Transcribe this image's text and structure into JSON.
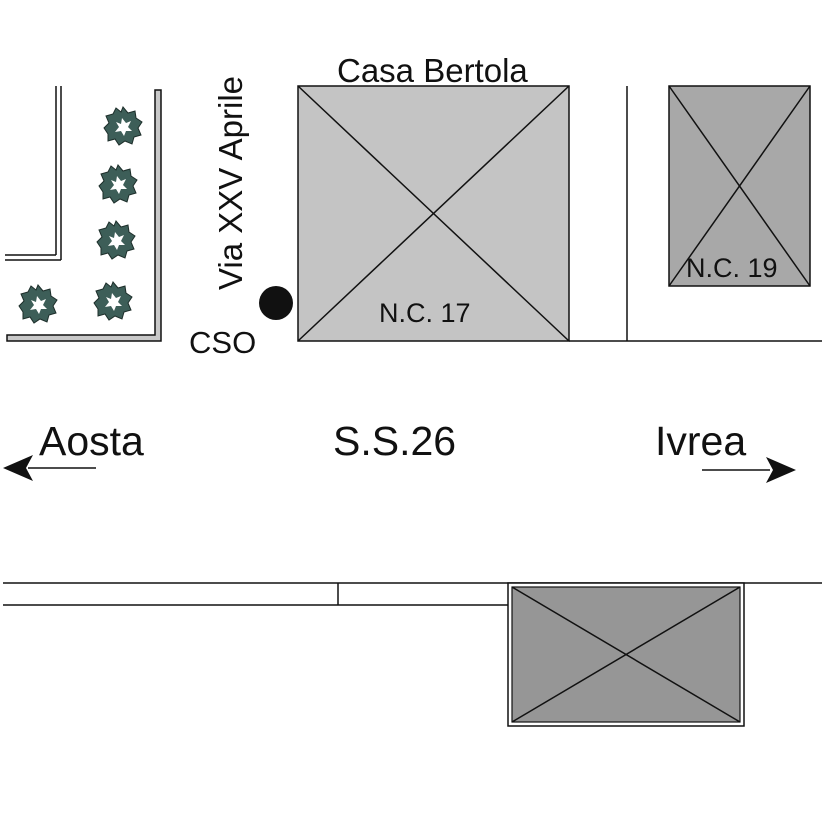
{
  "labels": {
    "building_name": "Casa Bertola",
    "street_name": "Via XXV Aprile",
    "building_17": "N.C. 17",
    "building_19": "N.C. 19",
    "point_label": "CSO",
    "road_name": "S.S.26",
    "direction_left": "Aosta",
    "direction_right": "Ivrea"
  },
  "colors": {
    "building_17": "#c4c4c4",
    "building_19": "#a8a8a8",
    "building_south": "#969696",
    "wall_fill": "#c8c8c8",
    "tree_fill": "#3d5e58",
    "line": "#111111"
  },
  "icons": {
    "tree": "tree-icon",
    "point": "cso-point-icon",
    "arrow_left": "arrow-left-icon",
    "arrow_right": "arrow-right-icon"
  }
}
